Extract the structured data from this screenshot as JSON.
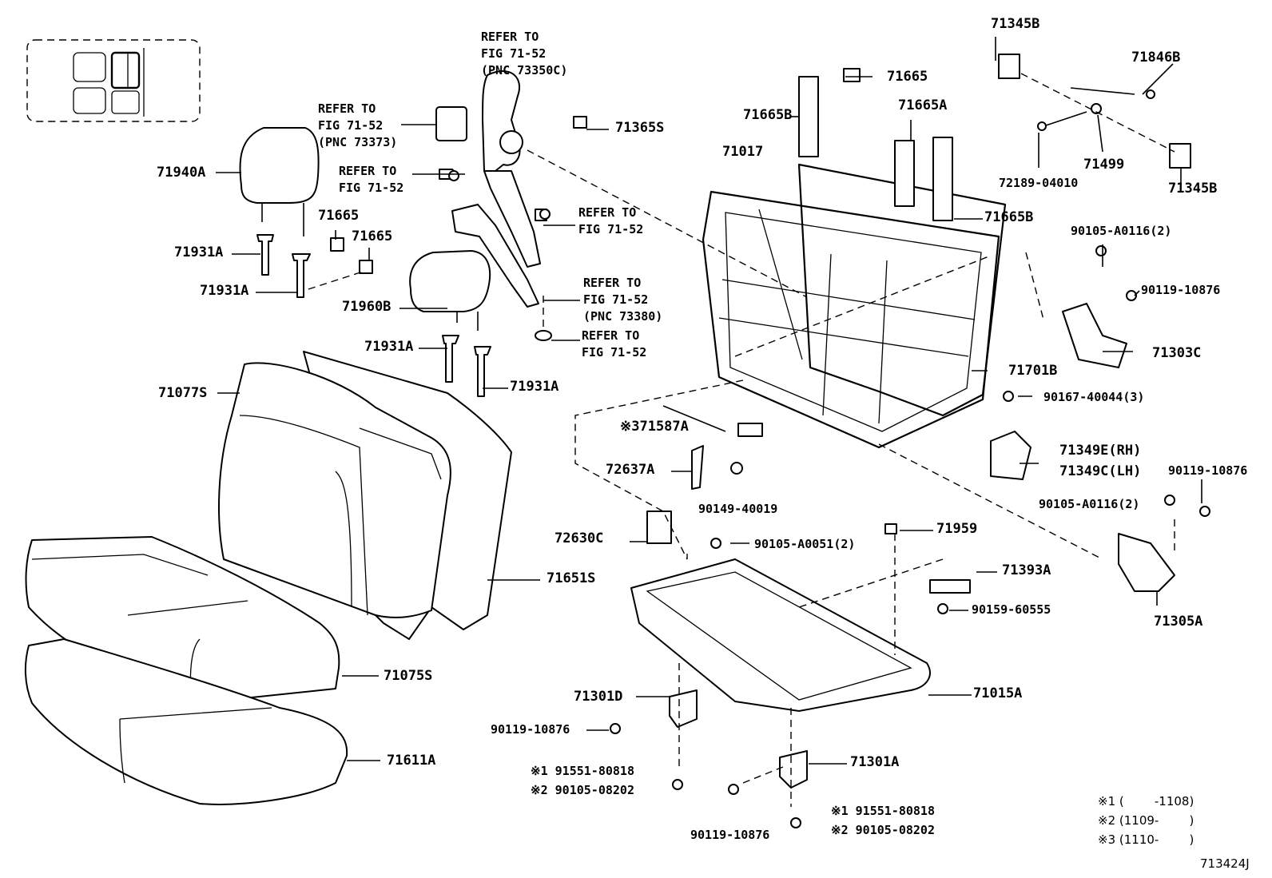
{
  "labels": {
    "p71345B_top": "71345B",
    "p71846B": "71846B",
    "p71665_top": "71665",
    "p71665B_left": "71665B",
    "p71665A": "71665A",
    "p71017": "71017",
    "p71365S": "71365S",
    "p71940A": "71940A",
    "p71665_a": "71665",
    "p71665_b": "71665",
    "p71931A_1": "71931A",
    "p71931A_2": "71931A",
    "p71960B": "71960B",
    "p71931A_3": "71931A",
    "p71931A_4": "71931A",
    "p71077S": "71077S",
    "p71499": "71499",
    "p72189": "72189-04010",
    "p71345B_bot": "71345B",
    "p71665B_right": "71665B",
    "p90105_A0116_top": "90105-A0116(2)",
    "p90119_10876_r1": "90119-10876",
    "p71303C": "71303C",
    "p71701B": "71701B",
    "p90167": "90167-40044(3)",
    "p71587A": "※371587A",
    "p72637A": "72637A",
    "p90149": "90149-40019",
    "p71349E": "71349E(RH)",
    "p71349C": "71349C(LH)",
    "p90119_10876_r2": "90119-10876",
    "p90105_A0116_bot": "90105-A0116(2)",
    "p72630C": "72630C",
    "p90105_A0051": "90105-A0051(2)",
    "p71959": "71959",
    "p71393A": "71393A",
    "p71651S": "71651S",
    "p90159": "90159-60555",
    "p71305A": "71305A",
    "p71075S": "71075S",
    "p71015A": "71015A",
    "p71301D": "71301D",
    "p90119_10876_l": "90119-10876",
    "p91551_l": "※1 91551-80818",
    "p90105_08202_l": "※2 90105-08202",
    "p71611A": "71611A",
    "p71301A": "71301A",
    "p91551_r": "※1 91551-80818",
    "p90105_08202_r": "※2 90105-08202",
    "p90119_10876_b": "90119-10876",
    "figure_code": "713424J"
  },
  "refs": {
    "r1": "REFER TO\nFIG 71-52\n(PNC 73350C)",
    "r2": "REFER TO\nFIG 71-52\n(PNC 73373)",
    "r3": "REFER TO\nFIG 71-52",
    "r4": "REFER TO\nFIG 71-52",
    "r5": "REFER TO\nFIG 71-52\n(PNC 73380)",
    "r6": "REFER TO\nFIG 71-52"
  },
  "notes": {
    "n1": "※1 (        -1108)",
    "n2": "※2 (1109-        )",
    "n3": "※3 (1110-        )"
  }
}
